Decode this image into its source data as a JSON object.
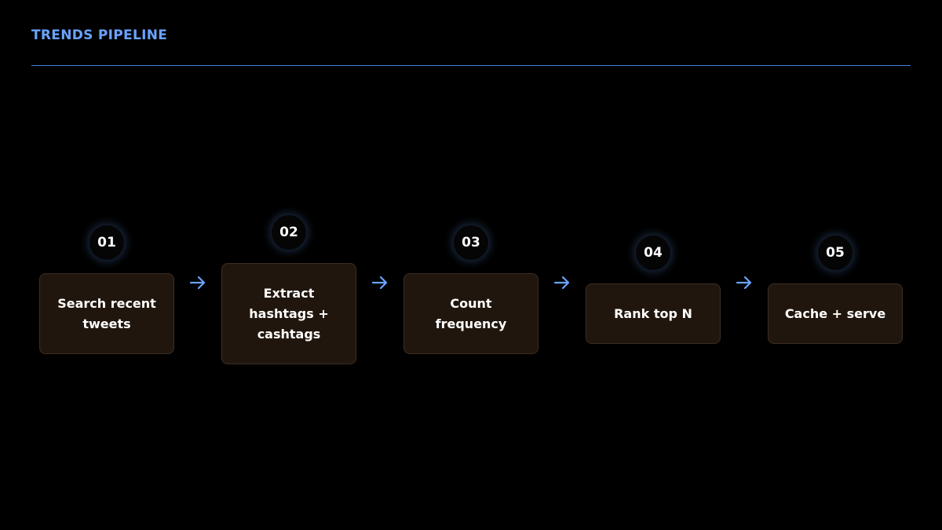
{
  "title": "TRENDS PIPELINE",
  "steps": [
    {
      "number": "01",
      "label": "Search recent tweets"
    },
    {
      "number": "02",
      "label": "Extract hashtags + cashtags"
    },
    {
      "number": "03",
      "label": "Count frequency"
    },
    {
      "number": "04",
      "label": "Rank top N"
    },
    {
      "number": "05",
      "label": "Cache + serve"
    }
  ],
  "colors": {
    "background": "#000000",
    "accent": "#6aa3ff",
    "box_fill": "#21160d",
    "text": "#ffffff"
  },
  "icons": [
    "arrow-right-icon"
  ]
}
